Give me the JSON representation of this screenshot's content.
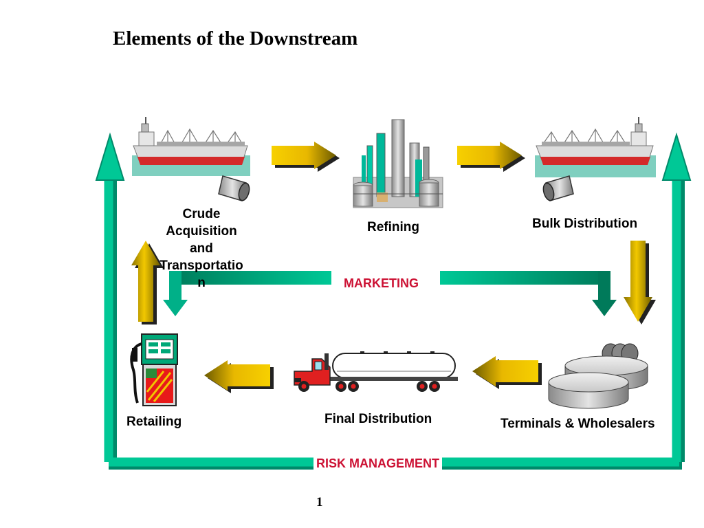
{
  "slide": {
    "title": "Elements of the Downstream",
    "page_number": "1"
  },
  "stages": {
    "crude": {
      "label_lines": [
        "Crude",
        "Acquisition",
        "and",
        "Transportatio",
        "n"
      ]
    },
    "refining": {
      "label": "Refining"
    },
    "bulk": {
      "label": "Bulk Distribution"
    },
    "terminals": {
      "label": "Terminals & Wholesalers"
    },
    "final": {
      "label": "Final Distribution"
    },
    "retailing": {
      "label": "Retailing"
    }
  },
  "loops": {
    "marketing": "MARKETING",
    "risk": "RISK MANAGEMENT"
  },
  "icons": [
    "ship-icon",
    "refinery-icon",
    "storage-tank-icon",
    "tanker-truck-icon",
    "fuel-pump-icon",
    "pipe-icon"
  ],
  "colors": {
    "flow_arrow_gold": "#f2c200",
    "flow_arrow_dark": "#6b5a00",
    "loop_green": "#00c896",
    "loop_green_dark": "#008a6a",
    "loop_label_red": "#cc1133",
    "ship_hull_red": "#d42a2a",
    "water_teal": "#7fcfbf"
  }
}
